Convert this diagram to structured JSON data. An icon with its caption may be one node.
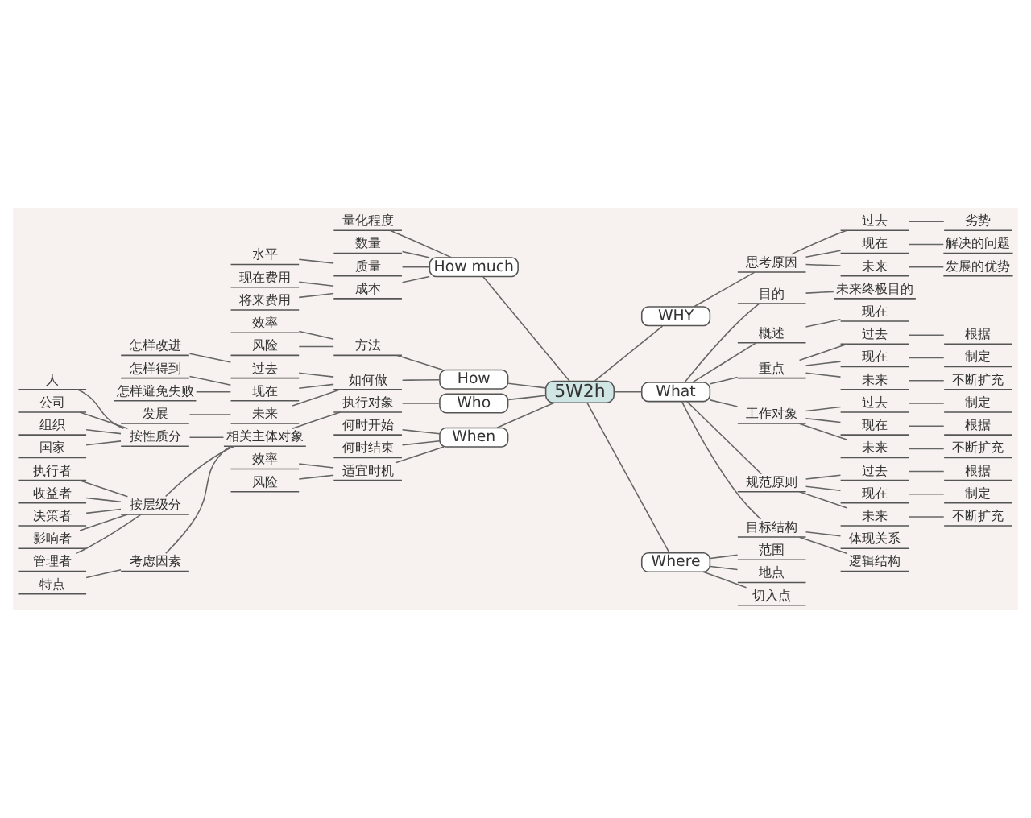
{
  "diagram": {
    "nodes": [
      {
        "text": [
          "5W2h"
        ]
      },
      {
        "text": [
          "How much"
        ]
      },
      {
        "text": [
          "量化程度"
        ]
      },
      {
        "text": [
          "数量"
        ]
      },
      {
        "text": [
          "质量"
        ]
      },
      {
        "text": [
          "水平"
        ]
      },
      {
        "text": [
          "成本"
        ]
      },
      {
        "text": [
          "现在费用"
        ]
      },
      {
        "text": [
          "将来费用"
        ]
      },
      {
        "text": [
          "How"
        ]
      },
      {
        "text": [
          "方法"
        ]
      },
      {
        "text": [
          "效率"
        ]
      },
      {
        "text": [
          "风险"
        ]
      },
      {
        "text": [
          "如何做"
        ]
      },
      {
        "text": [
          "过去"
        ]
      },
      {
        "text": [
          "怎样改进"
        ]
      },
      {
        "text": [
          "现在"
        ]
      },
      {
        "text": [
          "怎样得到"
        ]
      },
      {
        "text": [
          "怎样避免失败"
        ]
      },
      {
        "text": [
          "未来"
        ]
      },
      {
        "text": [
          "发展"
        ]
      },
      {
        "text": [
          "Who"
        ]
      },
      {
        "text": [
          "执行对象"
        ]
      },
      {
        "text": [
          "相关主体对象"
        ]
      },
      {
        "text": [
          "按性质分"
        ]
      },
      {
        "text": [
          "人"
        ]
      },
      {
        "text": [
          "公司"
        ]
      },
      {
        "text": [
          "组织"
        ]
      },
      {
        "text": [
          "国家"
        ]
      },
      {
        "text": [
          "按层级分"
        ]
      },
      {
        "text": [
          "执行者"
        ]
      },
      {
        "text": [
          "收益者"
        ]
      },
      {
        "text": [
          "决策者"
        ]
      },
      {
        "text": [
          "影响者"
        ]
      },
      {
        "text": [
          "管理者"
        ]
      },
      {
        "text": [
          "考虑因素"
        ]
      },
      {
        "text": [
          "特点"
        ]
      },
      {
        "text": [
          "When"
        ]
      },
      {
        "text": [
          "何时开始"
        ]
      },
      {
        "text": [
          "何时结束"
        ]
      },
      {
        "text": [
          "适宜时机"
        ]
      },
      {
        "text": [
          "效率"
        ]
      },
      {
        "text": [
          "风险"
        ]
      },
      {
        "text": [
          "WHY"
        ]
      },
      {
        "text": [
          "思考原因"
        ]
      },
      {
        "text": [
          "过去"
        ]
      },
      {
        "text": [
          "劣势"
        ]
      },
      {
        "text": [
          "现在"
        ]
      },
      {
        "text": [
          "解决的问题"
        ]
      },
      {
        "text": [
          "未来"
        ]
      },
      {
        "text": [
          "发展的优势"
        ]
      },
      {
        "text": [
          "What"
        ]
      },
      {
        "text": [
          "目的"
        ]
      },
      {
        "text": [
          "未来终极目的"
        ]
      },
      {
        "text": [
          "概述"
        ]
      },
      {
        "text": [
          "现在"
        ]
      },
      {
        "text": [
          "重点"
        ]
      },
      {
        "text": [
          "过去"
        ]
      },
      {
        "text": [
          "根据"
        ]
      },
      {
        "text": [
          "现在"
        ]
      },
      {
        "text": [
          "制定"
        ]
      },
      {
        "text": [
          "未来"
        ]
      },
      {
        "text": [
          "不断扩充"
        ]
      },
      {
        "text": [
          "工作对象"
        ]
      },
      {
        "text": [
          "过去"
        ]
      },
      {
        "text": [
          "制定"
        ]
      },
      {
        "text": [
          "现在"
        ]
      },
      {
        "text": [
          "根据"
        ]
      },
      {
        "text": [
          "未来"
        ]
      },
      {
        "text": [
          "不断扩充"
        ]
      },
      {
        "text": [
          "规范原则"
        ]
      },
      {
        "text": [
          "过去"
        ]
      },
      {
        "text": [
          "根据"
        ]
      },
      {
        "text": [
          "现在"
        ]
      },
      {
        "text": [
          "制定"
        ]
      },
      {
        "text": [
          "未来"
        ]
      },
      {
        "text": [
          "不断扩充"
        ]
      },
      {
        "text": [
          "目标结构"
        ]
      },
      {
        "text": [
          "体现关系"
        ]
      },
      {
        "text": [
          "逻辑结构"
        ]
      },
      {
        "text": [
          "Where"
        ]
      },
      {
        "text": [
          "范围"
        ]
      },
      {
        "text": [
          "地点"
        ]
      },
      {
        "text": [
          "切入点"
        ]
      }
    ],
    "edges": [
      {
        "from": 0,
        "to": 1,
        "arrow": "none"
      },
      {
        "from": 1,
        "to": 2,
        "arrow": "none"
      },
      {
        "from": 1,
        "to": 3,
        "arrow": "none"
      },
      {
        "from": 1,
        "to": 4,
        "arrow": "none"
      },
      {
        "from": 4,
        "to": 5,
        "arrow": "none"
      },
      {
        "from": 1,
        "to": 6,
        "arrow": "none"
      },
      {
        "from": 6,
        "to": 7,
        "arrow": "none"
      },
      {
        "from": 6,
        "to": 8,
        "arrow": "none"
      },
      {
        "from": 0,
        "to": 9,
        "arrow": "none"
      },
      {
        "from": 9,
        "to": 10,
        "arrow": "none"
      },
      {
        "from": 10,
        "to": 11,
        "arrow": "none"
      },
      {
        "from": 10,
        "to": 12,
        "arrow": "none"
      },
      {
        "from": 9,
        "to": 13,
        "arrow": "none"
      },
      {
        "from": 13,
        "to": 14,
        "arrow": "none"
      },
      {
        "from": 14,
        "to": 15,
        "arrow": "none"
      },
      {
        "from": 13,
        "to": 16,
        "arrow": "none"
      },
      {
        "from": 16,
        "to": 17,
        "arrow": "none"
      },
      {
        "from": 16,
        "to": 18,
        "arrow": "none"
      },
      {
        "from": 13,
        "to": 19,
        "arrow": "none"
      },
      {
        "from": 19,
        "to": 20,
        "arrow": "none"
      },
      {
        "from": 0,
        "to": 21,
        "arrow": "none"
      },
      {
        "from": 21,
        "to": 22,
        "arrow": "none"
      },
      {
        "from": 22,
        "to": 23,
        "arrow": "none"
      },
      {
        "from": 23,
        "to": 24,
        "arrow": "none"
      },
      {
        "from": 24,
        "to": 25,
        "arrow": "none"
      },
      {
        "from": 24,
        "to": 26,
        "arrow": "none"
      },
      {
        "from": 24,
        "to": 27,
        "arrow": "none"
      },
      {
        "from": 24,
        "to": 28,
        "arrow": "none"
      },
      {
        "from": 23,
        "to": 29,
        "arrow": "none"
      },
      {
        "from": 29,
        "to": 30,
        "arrow": "none"
      },
      {
        "from": 29,
        "to": 31,
        "arrow": "none"
      },
      {
        "from": 29,
        "to": 32,
        "arrow": "none"
      },
      {
        "from": 29,
        "to": 33,
        "arrow": "none"
      },
      {
        "from": 29,
        "to": 34,
        "arrow": "none"
      },
      {
        "from": 23,
        "to": 35,
        "arrow": "none"
      },
      {
        "from": 35,
        "to": 36,
        "arrow": "none"
      },
      {
        "from": 0,
        "to": 37,
        "arrow": "none"
      },
      {
        "from": 37,
        "to": 38,
        "arrow": "none"
      },
      {
        "from": 37,
        "to": 39,
        "arrow": "none"
      },
      {
        "from": 37,
        "to": 40,
        "arrow": "none"
      },
      {
        "from": 40,
        "to": 41,
        "arrow": "none"
      },
      {
        "from": 40,
        "to": 42,
        "arrow": "none"
      },
      {
        "from": 0,
        "to": 43,
        "arrow": "none"
      },
      {
        "from": 43,
        "to": 44,
        "arrow": "none"
      },
      {
        "from": 44,
        "to": 45,
        "arrow": "none"
      },
      {
        "from": 45,
        "to": 46,
        "arrow": "none"
      },
      {
        "from": 44,
        "to": 47,
        "arrow": "none"
      },
      {
        "from": 47,
        "to": 48,
        "arrow": "none"
      },
      {
        "from": 44,
        "to": 49,
        "arrow": "none"
      },
      {
        "from": 49,
        "to": 50,
        "arrow": "none"
      },
      {
        "from": 0,
        "to": 51,
        "arrow": "none"
      },
      {
        "from": 51,
        "to": 52,
        "arrow": "none"
      },
      {
        "from": 52,
        "to": 53,
        "arrow": "none"
      },
      {
        "from": 51,
        "to": 54,
        "arrow": "none"
      },
      {
        "from": 54,
        "to": 55,
        "arrow": "none"
      },
      {
        "from": 51,
        "to": 56,
        "arrow": "none"
      },
      {
        "from": 56,
        "to": 57,
        "arrow": "none"
      },
      {
        "from": 57,
        "to": 58,
        "arrow": "none"
      },
      {
        "from": 56,
        "to": 59,
        "arrow": "none"
      },
      {
        "from": 59,
        "to": 60,
        "arrow": "none"
      },
      {
        "from": 56,
        "to": 61,
        "arrow": "none"
      },
      {
        "from": 61,
        "to": 62,
        "arrow": "none"
      },
      {
        "from": 51,
        "to": 63,
        "arrow": "none"
      },
      {
        "from": 63,
        "to": 64,
        "arrow": "none"
      },
      {
        "from": 64,
        "to": 65,
        "arrow": "none"
      },
      {
        "from": 63,
        "to": 66,
        "arrow": "none"
      },
      {
        "from": 66,
        "to": 67,
        "arrow": "none"
      },
      {
        "from": 63,
        "to": 68,
        "arrow": "none"
      },
      {
        "from": 68,
        "to": 69,
        "arrow": "none"
      },
      {
        "from": 51,
        "to": 70,
        "arrow": "none"
      },
      {
        "from": 70,
        "to": 71,
        "arrow": "none"
      },
      {
        "from": 71,
        "to": 72,
        "arrow": "none"
      },
      {
        "from": 70,
        "to": 73,
        "arrow": "none"
      },
      {
        "from": 73,
        "to": 74,
        "arrow": "none"
      },
      {
        "from": 70,
        "to": 75,
        "arrow": "none"
      },
      {
        "from": 75,
        "to": 76,
        "arrow": "none"
      },
      {
        "from": 51,
        "to": 77,
        "arrow": "none"
      },
      {
        "from": 77,
        "to": 78,
        "arrow": "none"
      },
      {
        "from": 77,
        "to": 79,
        "arrow": "none"
      },
      {
        "from": 0,
        "to": 80,
        "arrow": "none"
      },
      {
        "from": 80,
        "to": 81,
        "arrow": "none"
      },
      {
        "from": 80,
        "to": 82,
        "arrow": "none"
      },
      {
        "from": 80,
        "to": 83,
        "arrow": "none"
      }
    ]
  }
}
